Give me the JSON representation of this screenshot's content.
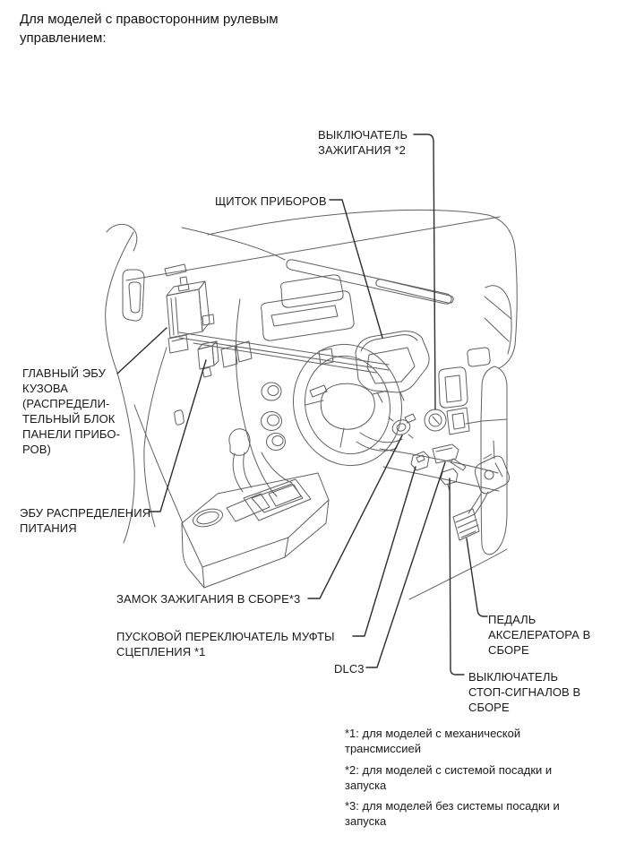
{
  "intro": "Для моделей с правосторонним рулевым\nуправлением:",
  "labels": {
    "ignition_switch": "ВЫКЛЮЧАТЕЛЬ\nЗАЖИГАНИЯ *2",
    "instrument_panel": "ЩИТОК ПРИБОРОВ",
    "main_body_ecu": "ГЛАВНЫЙ ЭБУ\nКУЗОВА\n(РАСПРЕДЕЛИ-\nТЕЛЬНЫЙ БЛОК\nПАНЕЛИ ПРИБО-\nРОВ)",
    "power_distribution_ecu": "ЭБУ РАСПРЕДЕЛЕНИЯ\nПИТАНИЯ",
    "ignition_lock": "ЗАМОК ЗАЖИГАНИЯ В СБОРЕ*3",
    "clutch_start_switch": "ПУСКОВОЙ ПЕРЕКЛЮЧАТЕЛЬ МУФТЫ\nСЦЕПЛЕНИЯ *1",
    "dlc3": "DLC3",
    "accelerator_pedal": "ПЕДАЛЬ\nАКСЕЛЕРАТОРА В\nСБОРЕ",
    "stop_light_switch": "ВЫКЛЮЧАТЕЛЬ\nСТОП-СИГНАЛОВ В\nСБОРЕ"
  },
  "footnotes": [
    "*1: для моделей с механической\nтрансмиссией",
    "*2: для моделей с системой посадки и\nзапуска",
    "*3: для моделей без системы посадки и\nзапуска"
  ],
  "colors": {
    "background": "#ffffff",
    "text": "#1a1a1a",
    "drawing_line": "#5f6062",
    "leader_line": "#2d2d2d"
  }
}
